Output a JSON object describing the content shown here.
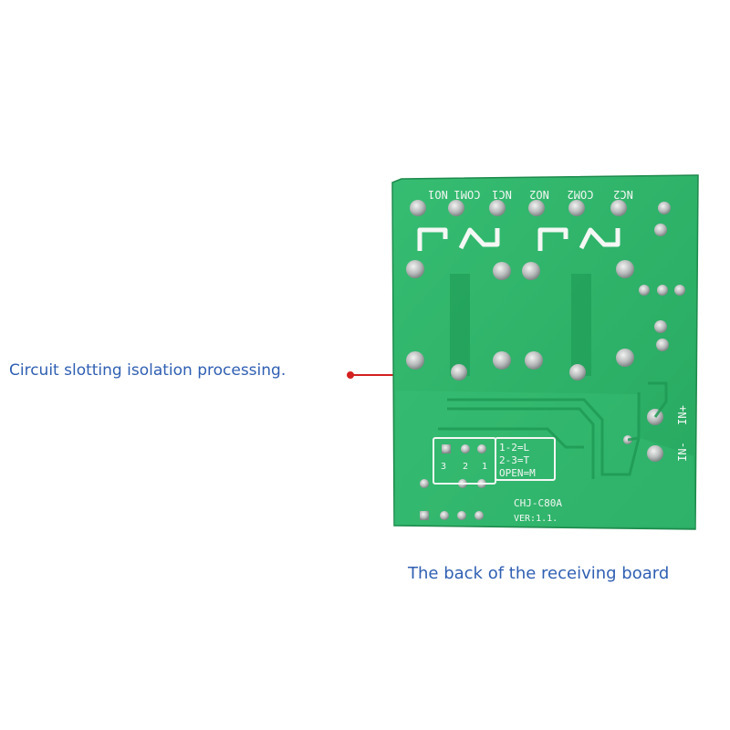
{
  "annotations": {
    "slotting": "Circuit slotting isolation processing.",
    "caption": "The back of the receiving board"
  },
  "board": {
    "terminal_labels": [
      "NO1",
      "COM1",
      "NC1",
      "NO2",
      "COM2",
      "NC2"
    ],
    "power_labels": [
      "IN+",
      "IN-"
    ],
    "jumper_legend": [
      "1-2=L",
      "2-3=T",
      "OPEN=M"
    ],
    "jumper_pins": [
      "3",
      "2",
      "1"
    ],
    "model": "CHJ-C80A",
    "version": "VER:1.1."
  },
  "colors": {
    "pcb": "#2fb56a",
    "pcb_dark": "#1f8f50",
    "silkscreen": "#f4f7f4",
    "annotation_text": "#2f5fb3",
    "pointer": "#d42020"
  }
}
